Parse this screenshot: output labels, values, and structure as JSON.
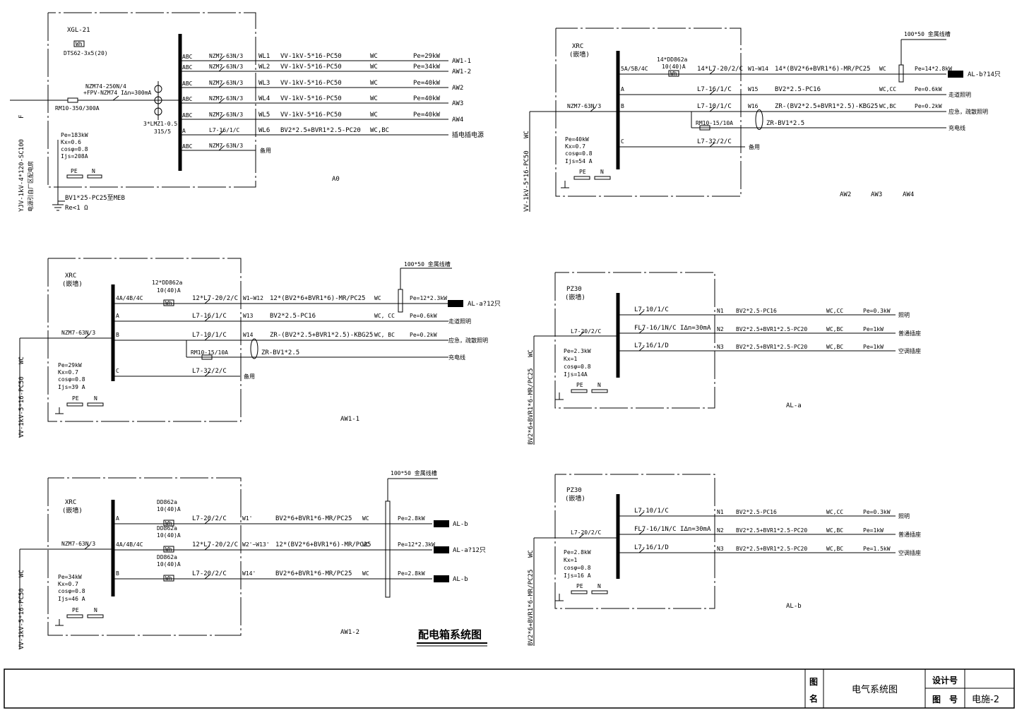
{
  "drawing_title": "配电箱系统图",
  "title_block": {
    "name_label_1": "图",
    "name_label_2": "名",
    "name_value": "电气系统图",
    "design_no_label": "设计号",
    "drawing_no_label": "图　号",
    "drawing_no_value": "电施-2"
  },
  "a0": {
    "box_name": "XGL-21",
    "meter_label": "Wh",
    "meter": "DTS62-3x5(20)",
    "incoming_cable": "YJV-1kV-4*120-SC100",
    "incoming_note": "电源引自厂区配电房",
    "phase_f": "F",
    "fuse": "RM10-350/300A",
    "breaker_1": "NZM74-250N/4",
    "breaker_2": "+FPV-NZM74  I∆n=300mA",
    "ct": "3*LMZ1-0.5",
    "ct_ratio": "315/5",
    "params": [
      "Pe=183kW",
      "Kx=0.6",
      "cosφ=0.8",
      "Ijs=208A"
    ],
    "ground_cable": "BV1*25-PC25至MEB",
    "ground_res": "Re<1 Ω",
    "pe": "PE",
    "n": "N",
    "label": "A0",
    "circuits": [
      {
        "phase": "ABC",
        "breaker": "NZM7-63N/3",
        "id": "WL1",
        "cable": "VV-1kV-5*16-PC50",
        "lay": "WC",
        "power": "Pe=29kW",
        "dest": "AW1-1"
      },
      {
        "phase": "ABC",
        "breaker": "NZM7-63N/3",
        "id": "WL2",
        "cable": "VV-1kV-5*16-PC50",
        "lay": "WC",
        "power": "Pe=34kW",
        "dest": "AW1-2"
      },
      {
        "phase": "ABC",
        "breaker": "NZM7-63N/3",
        "id": "WL3",
        "cable": "VV-1kV-5*16-PC50",
        "lay": "WC",
        "power": "Pe=40kW",
        "dest": "AW2"
      },
      {
        "phase": "ABC",
        "breaker": "NZM7-63N/3",
        "id": "WL4",
        "cable": "VV-1kV-5*16-PC50",
        "lay": "WC",
        "power": "Pe=40kW",
        "dest": "AW3"
      },
      {
        "phase": "ABC",
        "breaker": "NZM7-63N/3",
        "id": "WL5",
        "cable": "VV-1kV-5*16-PC50",
        "lay": "WC",
        "power": "Pe=40kW",
        "dest": "AW4"
      },
      {
        "phase": "A",
        "breaker": "L7-16/1/C",
        "id": "WL6",
        "cable": "BV2*2.5+BVR1*2.5-PC20",
        "lay": "WC,BC",
        "power": "",
        "dest": "插电插电源"
      },
      {
        "phase": "ABC",
        "breaker": "NZM7-63N/3",
        "id": "",
        "cable": "",
        "lay": "",
        "power": "",
        "dest": "备用"
      }
    ]
  },
  "aw234": {
    "box_name": "XRC",
    "box_mount": "(嵌墙)",
    "trunking": "100*50 金属线槽",
    "meter_count": "14*DD862a",
    "meter_rating": "10(40)A",
    "meter_label": "Wh",
    "main_breaker": "NZM7-63N/3",
    "incoming_lay": "WC",
    "incoming_cable": "VV-1kV-5*16-PC50",
    "params": [
      "Pe=40kW",
      "Kx=0.7",
      "cosφ=0.8",
      "Ijs=54 A"
    ],
    "pe": "PE",
    "n": "N",
    "label_1": "AW2",
    "label_2": "AW3",
    "label_3": "AW4",
    "fuse": "RM10-15/10A",
    "circuits": [
      {
        "phase": "5A/5B/4C",
        "breaker": "14*L7-20/2/C",
        "id": "W1~W14",
        "cable": "14*(BV2*6+BVR1*6)-MR/PC25",
        "lay": "WC",
        "power": "Pe=14*2.8kW",
        "dest": "AL-b?14只"
      },
      {
        "phase": "A",
        "breaker": "L7-16/1/C",
        "id": "W15",
        "cable": "BV2*2.5-PC16",
        "lay": "WC,CC",
        "power": "Pe=0.6kW",
        "dest": "走道照明"
      },
      {
        "phase": "B",
        "breaker": "L7-10/1/C",
        "id": "W16",
        "cable": "ZR-(BV2*2.5+BVR1*2.5)-KBG25",
        "lay": "WC,BC",
        "power": "Pe=0.2kW",
        "dest": "应急，疏散照明"
      },
      {
        "phase": "",
        "breaker": "",
        "id": "",
        "cable": "ZR-BV1*2.5",
        "lay": "",
        "power": "",
        "dest": "充电线"
      },
      {
        "phase": "C",
        "breaker": "L7-32/2/C",
        "id": "",
        "cable": "",
        "lay": "",
        "power": "",
        "dest": "备用"
      }
    ]
  },
  "aw11": {
    "box_name": "XRC",
    "box_mount": "(嵌墙)",
    "trunking": "100*50 金属线槽",
    "meter_count": "12*DD862a",
    "meter_rating": "10(40)A",
    "meter_label": "Wh",
    "main_breaker": "NZM7-63N/3",
    "incoming_lay": "WC",
    "incoming_cable": "VV-1kV-5*16-PC50",
    "params": [
      "Pe=29kW",
      "Kx=0.7",
      "cosφ=0.8",
      "Ijs=39 A"
    ],
    "pe": "PE",
    "n": "N",
    "label": "AW1-1",
    "fuse": "RM10-15/10A",
    "circuits": [
      {
        "phase": "4A/4B/4C",
        "breaker": "12*L7-20/2/C",
        "id": "W1~W12",
        "cable": "12*(BV2*6+BVR1*6)-MR/PC25",
        "lay": "WC",
        "power": "Pe=12*2.3kW",
        "dest": "AL-a?12只"
      },
      {
        "phase": "A",
        "breaker": "L7-16/1/C",
        "id": "W13",
        "cable": "BV2*2.5-PC16",
        "lay": "WC, CC",
        "power": "Pe=0.6kW",
        "dest": "走道照明"
      },
      {
        "phase": "B",
        "breaker": "L7-10/1/C",
        "id": "W14",
        "cable": "ZR-(BV2*2.5+BVR1*2.5)-KBG25",
        "lay": "WC, BC",
        "power": "Pe=0.2kW",
        "dest": "应急，疏散照明"
      },
      {
        "phase": "",
        "breaker": "",
        "id": "",
        "cable": "ZR-BV1*2.5",
        "lay": "",
        "power": "",
        "dest": "充电线"
      },
      {
        "phase": "C",
        "breaker": "L7-32/2/C",
        "id": "",
        "cable": "",
        "lay": "",
        "power": "",
        "dest": "备用"
      }
    ]
  },
  "aw12": {
    "box_name": "XRC",
    "box_mount": "(嵌墙)",
    "trunking": "100*50 金属线槽",
    "meter_label": "Wh",
    "main_breaker": "NZM7-63N/3",
    "incoming_lay": "WC",
    "incoming_cable": "VV-1kV-5*16-PC50",
    "params": [
      "Pe=34kW",
      "Kx=0.7",
      "cosφ=0.8",
      "Ijs=46 A"
    ],
    "pe": "PE",
    "n": "N",
    "label": "AW1-2",
    "circuits": [
      {
        "phase": "A",
        "meter": "DD862a",
        "meter_rating": "10(40)A",
        "breaker": "L7-20/2/C",
        "id": "W1'",
        "cable": "BV2*6+BVR1*6-MR/PC25",
        "lay": "WC",
        "power": "Pe=2.8kW",
        "dest": "AL-b"
      },
      {
        "phase": "4A/4B/4C",
        "meter": "DD862a",
        "meter_rating": "10(40)A",
        "breaker": "12*L7-20/2/C",
        "id": "W2'~W13'",
        "cable": "12*(BV2*6+BVR1*6)-MR/PC25",
        "lay": "WC",
        "power": "Pe=12*2.3kW",
        "dest": "AL-a?12只"
      },
      {
        "phase": "B",
        "meter": "DD862a",
        "meter_rating": "10(40)A",
        "breaker": "L7-20/2/C",
        "id": "W14'",
        "cable": "BV2*6+BVR1*6-MR/PC25",
        "lay": "WC",
        "power": "Pe=2.8kW",
        "dest": "AL-b"
      }
    ]
  },
  "ala": {
    "box_name": "PZ30",
    "box_mount": "(嵌墙)",
    "main_breaker": "L7-20/2/C",
    "incoming_lay": "WC",
    "incoming_cable": "BV2*6+BVR1*6-MR/PC25",
    "params": [
      "Pe=2.3kW",
      "Kx=1",
      "cosφ=0.8",
      "Ijs=14A"
    ],
    "pe": "PE",
    "n": "N",
    "label": "AL-a",
    "circuits": [
      {
        "breaker": "L7-10/1/C",
        "id": "N1",
        "cable": "BV2*2.5-PC16",
        "lay": "WC,CC",
        "power": "Pe=0.3kW",
        "dest": "照明"
      },
      {
        "breaker": "FL7-16/1N/C  I∆n=30mA",
        "id": "N2",
        "cable": "BV2*2.5+BVR1*2.5-PC20",
        "lay": "WC,BC",
        "power": "Pe=1kW",
        "dest": "普通插座"
      },
      {
        "breaker": "L7-16/1/D",
        "id": "N3",
        "cable": "BV2*2.5+BVR1*2.5-PC20",
        "lay": "WC,BC",
        "power": "Pe=1kW",
        "dest": "空调插座"
      }
    ]
  },
  "alb": {
    "box_name": "PZ30",
    "box_mount": "(嵌墙)",
    "main_breaker": "L7-20/2/C",
    "incoming_lay": "WC",
    "incoming_cable": "BV2*6+BVR1*6-MR/PC25",
    "params": [
      "Pe=2.8kW",
      "Kx=1",
      "cosφ=0.8",
      "Ijs=16 A"
    ],
    "pe": "PE",
    "n": "N",
    "label": "AL-b",
    "circuits": [
      {
        "breaker": "L7-10/1/C",
        "id": "N1",
        "cable": "BV2*2.5-PC16",
        "lay": "WC,CC",
        "power": "Pe=0.3kW",
        "dest": "照明"
      },
      {
        "breaker": "FL7-16/1N/C  I∆n=30mA",
        "id": "N2",
        "cable": "BV2*2.5+BVR1*2.5-PC20",
        "lay": "WC,BC",
        "power": "Pe=1kW",
        "dest": "普通插座"
      },
      {
        "breaker": "L7-16/1/D",
        "id": "N3",
        "cable": "BV2*2.5+BVR1*2.5-PC20",
        "lay": "WC,BC",
        "power": "Pe=1.5kW",
        "dest": "空调插座"
      }
    ]
  }
}
